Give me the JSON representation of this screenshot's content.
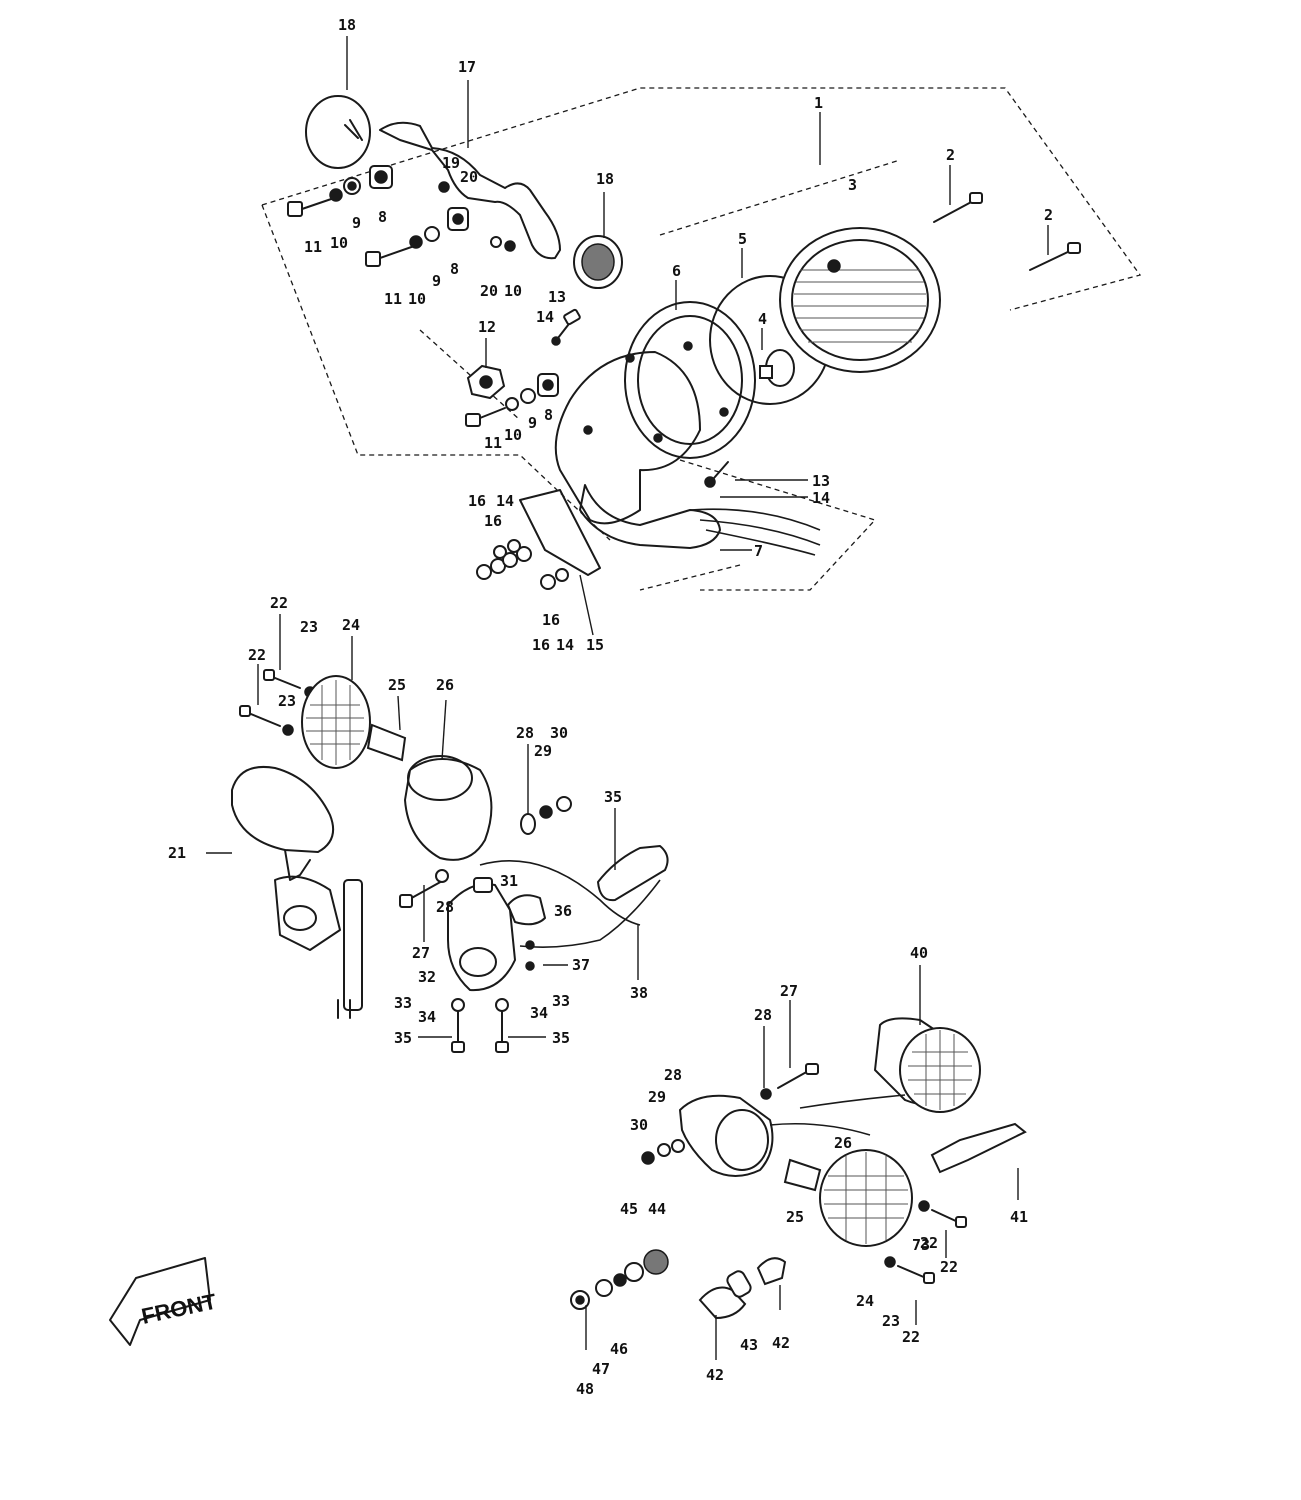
{
  "front_label": "FRONT",
  "callouts": [
    "18",
    "17",
    "1",
    "2",
    "3",
    "2",
    "18",
    "19",
    "20",
    "8",
    "9",
    "10",
    "11",
    "8",
    "9",
    "10",
    "11",
    "20",
    "10",
    "13",
    "14",
    "12",
    "5",
    "6",
    "4",
    "8",
    "9",
    "10",
    "11",
    "13",
    "14",
    "7",
    "16",
    "14",
    "16",
    "16",
    "14",
    "15",
    "16",
    "22",
    "23",
    "24",
    "22",
    "23",
    "25",
    "26",
    "28",
    "30",
    "29",
    "35",
    "21",
    "31",
    "28",
    "36",
    "27",
    "37",
    "32",
    "38",
    "33",
    "34",
    "33",
    "34",
    "35",
    "35",
    "40",
    "27",
    "28",
    "28",
    "29",
    "30",
    "26",
    "25",
    "41",
    "73",
    "22",
    "22",
    "24",
    "23",
    "22",
    "45",
    "44",
    "42",
    "43",
    "42",
    "46",
    "47",
    "48"
  ]
}
